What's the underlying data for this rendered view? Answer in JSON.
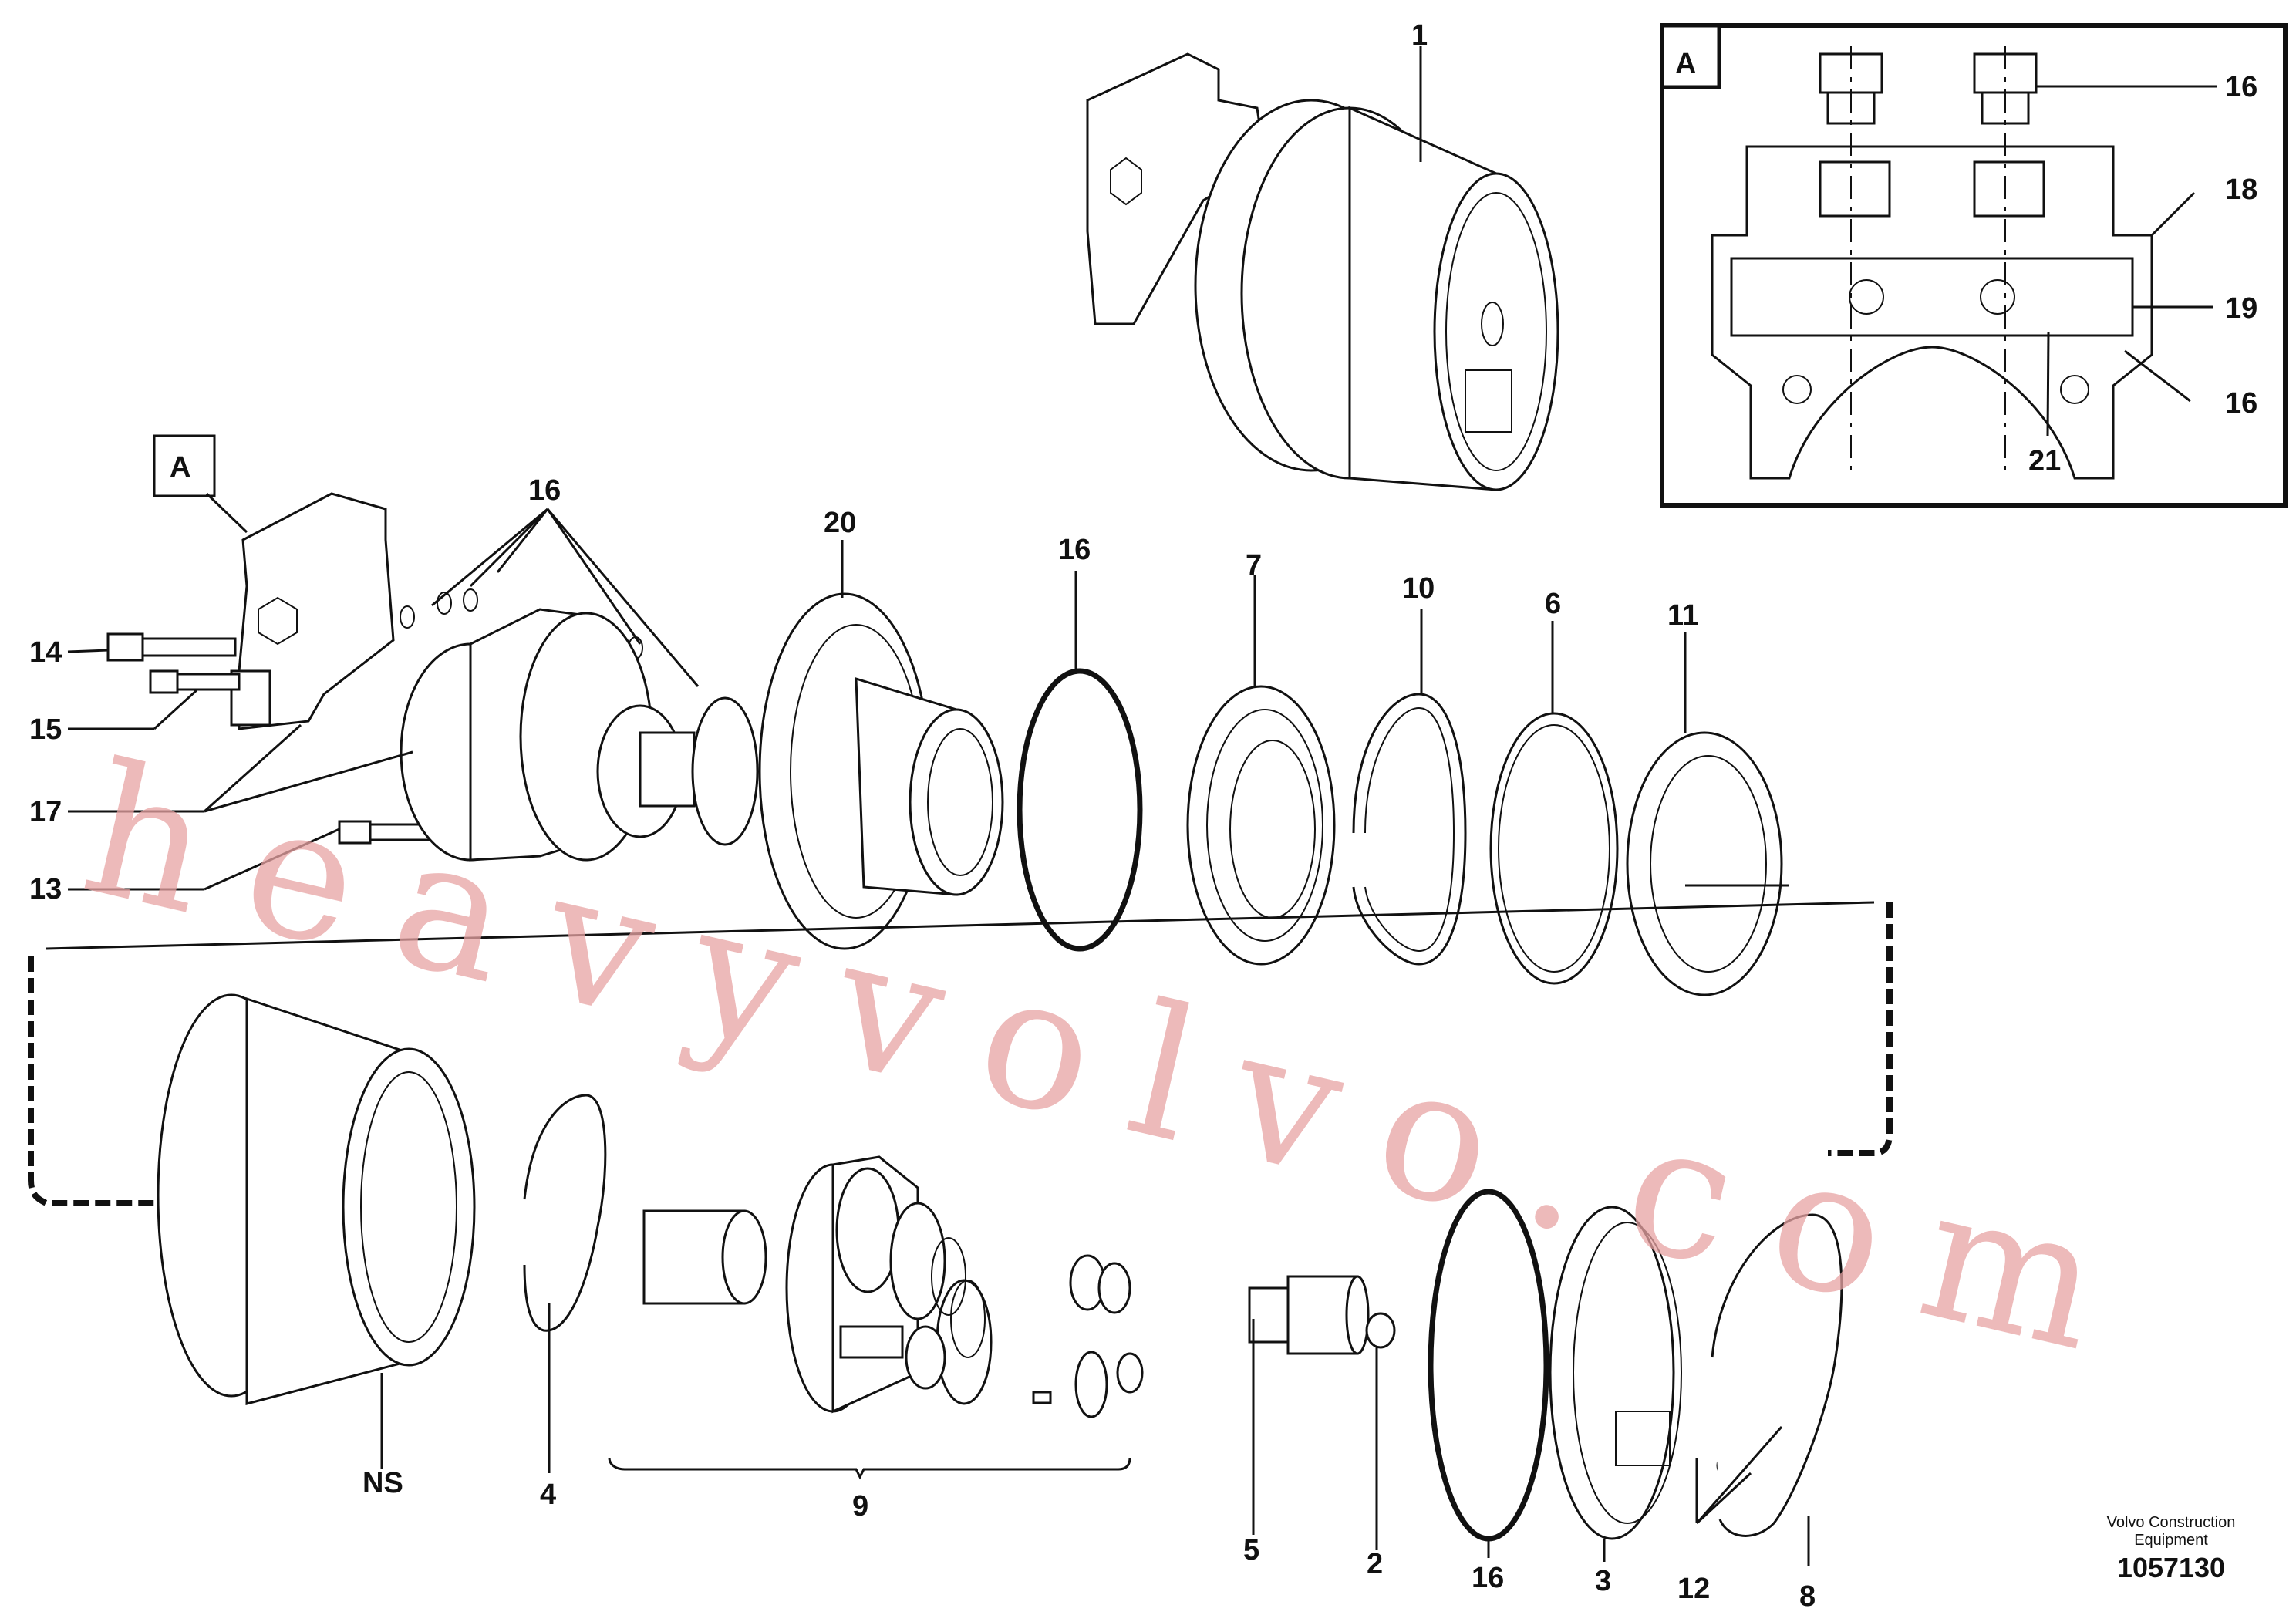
{
  "diagram": {
    "callouts": {
      "c1": "1",
      "c2": "2",
      "c3": "3",
      "c4": "4",
      "c5": "5",
      "c6": "6",
      "c7": "7",
      "c8": "8",
      "c9": "9",
      "c10": "10",
      "c11": "11",
      "c12": "12",
      "c13": "13",
      "c14": "14",
      "c15": "15",
      "c16_top": "16",
      "c16_oring": "16",
      "c16_bottom": "16",
      "c17": "17",
      "c20": "20",
      "cNS": "NS"
    },
    "detail_box": {
      "tag": "A",
      "callouts": {
        "c16a": "16",
        "c18": "18",
        "c19": "19",
        "c16b": "16",
        "c21": "21"
      }
    },
    "view_tag": "A",
    "footer": {
      "company_line1": "Volvo Construction",
      "company_line2": "Equipment",
      "drawing_number": "1057130"
    },
    "watermark": "heavyvolvo.com"
  }
}
